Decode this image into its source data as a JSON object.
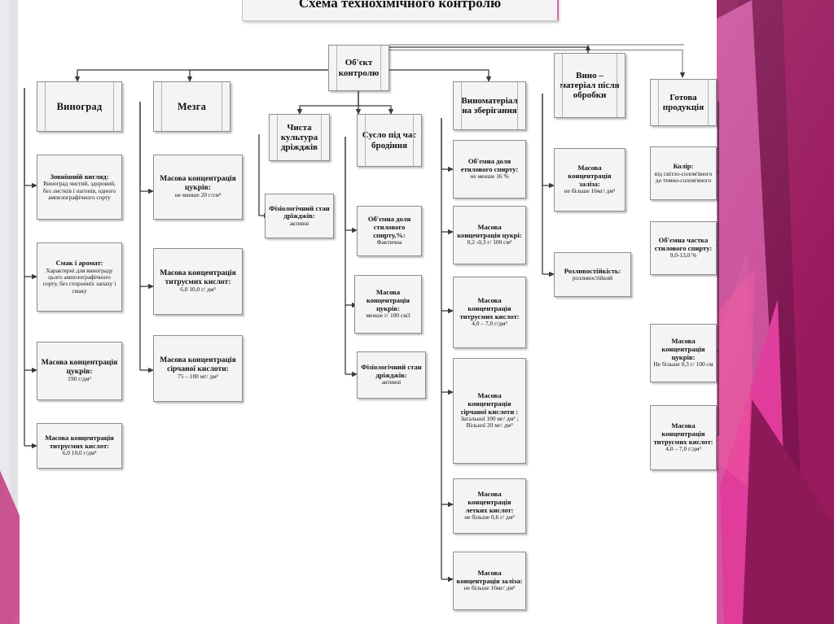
{
  "slide": {
    "title": "Схема технохімічного контролю",
    "theme": {
      "accent_magenta": "#8c1a56",
      "accent_pink": "#c9509a",
      "accent_hot_pink": "#e03c9b",
      "box_fill": "#f4f4f4",
      "box_border": "#8d8d8d",
      "background": "#ffffff"
    }
  },
  "chart_data": {
    "type": "diagram",
    "title": "Схема технохімічного контролю",
    "root": {
      "label": "Об'єкт контролю"
    },
    "branches": [
      {
        "id": "vynohrad",
        "header": "Виноград",
        "items": [
          {
            "label": "Зовнішній вигляд:",
            "value": "Виноград чистий, здоровий, без листків і пагонів, одного ампелографічного сорту"
          },
          {
            "label": "Смак і аромат:",
            "value": "Характерні для винограду цього ампелографічного сорту, без сторонніх запаху і смаку"
          },
          {
            "label": "Масова концентрація цукрів:",
            "value": "190 г/дм³"
          },
          {
            "label": "Масова концентрація титрусмих кислот:",
            "value": "6,0   10,0 г/дм³"
          }
        ]
      },
      {
        "id": "mezga",
        "header": "Мезга",
        "items": [
          {
            "label": "Масова концентрація цукрів:",
            "value": "не менше 20 г/см³"
          },
          {
            "label": "Масова концентрація титрусмих кислот:",
            "value": "6,0   10,0 г/ дм³"
          },
          {
            "label": "Масова концентрація сірчаної кислоти:",
            "value": "75 – 100 мг/ дм³"
          }
        ]
      },
      {
        "id": "drizhdzhi",
        "header": "Чиста культура дріжджів",
        "items": [
          {
            "label": "Фізіологічний стан дріжджів:",
            "value": "активні"
          }
        ]
      },
      {
        "id": "suslo",
        "header": "Сусло під час бродіння",
        "items": [
          {
            "label": "Об'ємна доля стилового спирту,%:",
            "value": "Фактична"
          },
          {
            "label": "Масова концентрація цукрів:",
            "value": "менше г/ 100 см3"
          },
          {
            "label": "Фізіологічний стан дріжджів:",
            "value": "активні"
          }
        ]
      },
      {
        "id": "vynomaterial",
        "header": "Виноматеріал на зберігання",
        "items": [
          {
            "label": "Об'ємна доля етилового спирту:",
            "value": "не менше 16 %"
          },
          {
            "label": "Масова концентрація цукрі:",
            "value": "0,2 -0,3 г/ 100 см³"
          },
          {
            "label": "Масова концентрація титрусмих кислот:",
            "value": "4,0 – 7,0 г/дм³"
          },
          {
            "label": "Масова концентрація сірчаної кислоти :",
            "value": "Загальної 100 мг/ дм³ ; Вільної 20 мг/ дм³"
          },
          {
            "label": "Масова концентрація летких кислот:",
            "value": "не більше 0,6 г/ дм³"
          },
          {
            "label": "Масова концентрація заліза:",
            "value": "не  більше  16мг/ дм³"
          }
        ]
      },
      {
        "id": "vyno-obrobka",
        "header": "Вино – матеріал після обробки",
        "items": [
          {
            "label": "Масова концентрація заліза:",
            "value": "не  більше  16мг/ дм³"
          },
          {
            "label": "Розливостійкість:",
            "value": "розливостійкий"
          }
        ]
      },
      {
        "id": "gotova",
        "header": "Готова продукція",
        "items": [
          {
            "label": "Колір:",
            "value": "від світло-солом'яного до темно-солом'яного"
          },
          {
            "label": "Об'ємна частка стилового спирту:",
            "value": "9,0-13,0 %"
          },
          {
            "label": "Масова концентрація цукрів:",
            "value": "Не більше 0,3 г/ 100 см"
          },
          {
            "label": "Масова концентрація титрусмих кислот:",
            "value": "4,0 – 7,0 г/дм³"
          }
        ]
      }
    ]
  }
}
